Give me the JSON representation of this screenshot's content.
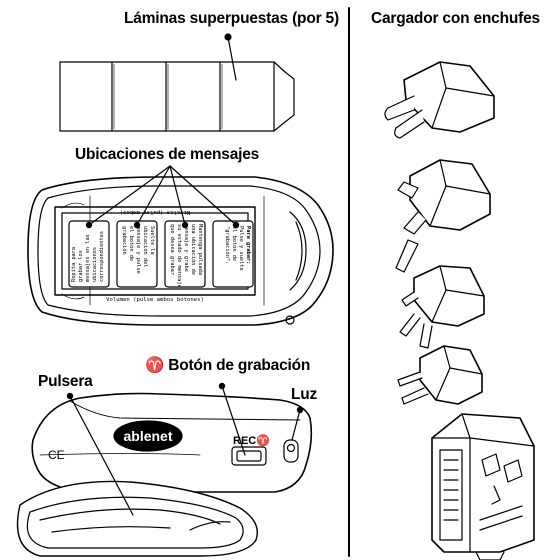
{
  "labels": {
    "overlays": "Láminas superpuestas (por 5)",
    "charger": "Cargador con enchufes",
    "message_locations": "Ubicaciones de mensajes",
    "record_button": "♈ Botón de grabación",
    "wristband": "Pulsera",
    "light": "Luz"
  },
  "device": {
    "brand": "ablenet",
    "rec_label": "REC♈",
    "ce_mark": "CE",
    "levels_text": "Niveles (pulse ambos)",
    "volume_text": "Volumen (pulse ambos botones)",
    "cells": [
      [
        "Para grabar:",
        "Pulse y suelte",
        "el botón de",
        "\"grabación\"."
      ],
      [
        "Mantenga pulsada",
        "una ubicación de",
        "mensaje y grabe",
        "su estado de mensaje",
        "que desea grabar"
      ],
      [
        "Suelte la",
        "ubicación del",
        "mensaje y pulse",
        "el botón de",
        "grabación"
      ],
      [
        "Repita para",
        "grabar los",
        "mensajes en las",
        "ubicaciones",
        "correspondientes"
      ]
    ]
  },
  "plugs": [
    "euro-plug",
    "uk-plug",
    "au-plug",
    "us-plug",
    "charger-body"
  ]
}
